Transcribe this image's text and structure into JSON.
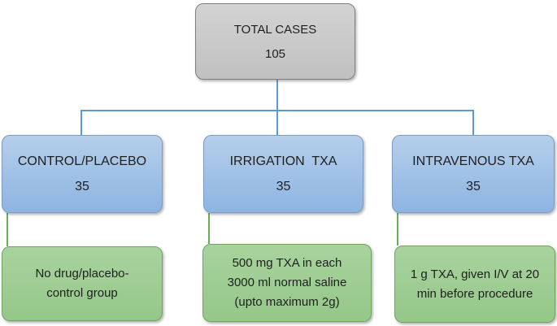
{
  "colors": {
    "connector_blue": "#5b9bd5",
    "connector_green": "#63b24c",
    "gray_fill_top": "#d3d3d3",
    "gray_fill_bottom": "#c0c0c0",
    "gray_border": "#7f7f7f",
    "blue_fill_top": "#b5cfeb",
    "blue_fill_bottom": "#8db4e2",
    "blue_border": "#7e9cc0",
    "green_fill_top": "#a8d39e",
    "green_fill_bottom": "#95c789",
    "green_border": "#71a361",
    "text": "#1f1f1f"
  },
  "flowchart": {
    "total": {
      "label": "TOTAL CASES",
      "value": "105"
    },
    "branches": [
      {
        "label": "CONTROL/PLACEBO",
        "value": "35",
        "detail_lines": [
          "No drug/placebo-",
          "control group"
        ]
      },
      {
        "label": "IRRIGATION  TXA",
        "value": "35",
        "detail_lines": [
          "500 mg TXA in each",
          "3000 ml normal saline",
          "(upto maximum 2g)"
        ]
      },
      {
        "label": "INTRAVENOUS TXA",
        "value": "35",
        "detail_lines": [
          "1 g TXA, given I/V at 20",
          "min before procedure"
        ]
      }
    ]
  }
}
